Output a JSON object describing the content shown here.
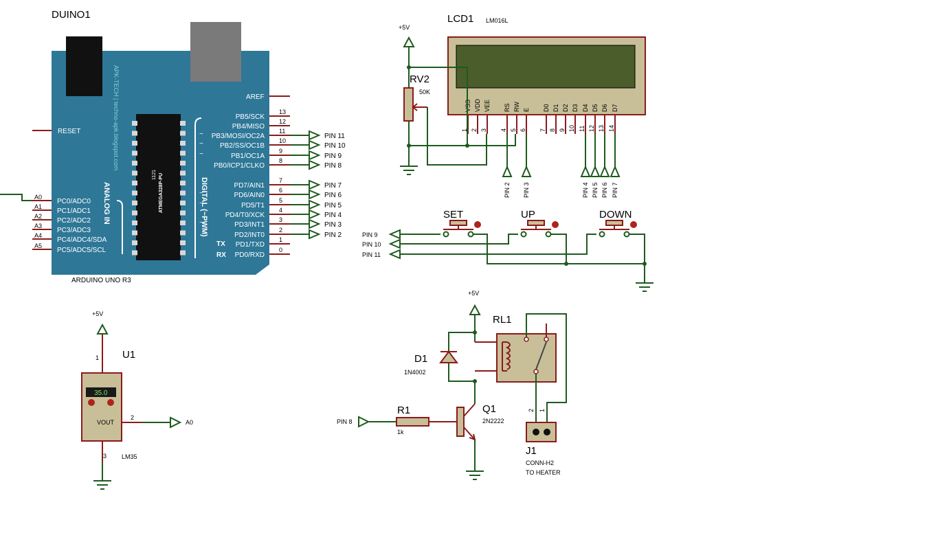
{
  "arduino": {
    "ref": "DUINO1",
    "model": "ARDUINO UNO R3",
    "watermark": "APK-TECH | techno-apk.blogspot.com",
    "chip": "ATMEGA328P-PU",
    "chip_num": "1121",
    "analog_title": "ANALOG IN",
    "digital_title": "DIGITAL (~PWM)",
    "aref": "AREF",
    "reset": "RESET",
    "tx": "TX",
    "rx": "RX",
    "tilde": "~",
    "digital_pins": [
      {
        "label": "PB5/SCK",
        "num": "13",
        "tag": ""
      },
      {
        "label": "PB4/MISO",
        "num": "12",
        "tag": ""
      },
      {
        "label": "PB3/MOSI/OC2A",
        "num": "11",
        "tag": "PIN 11"
      },
      {
        "label": "PB2/SS/OC1B",
        "num": "10",
        "tag": "PIN 10"
      },
      {
        "label": "PB1/OC1A",
        "num": "9",
        "tag": "PIN 9"
      },
      {
        "label": "PB0/ICP1/CLKO",
        "num": "8",
        "tag": "PIN 8"
      },
      {
        "label": "PD7/AIN1",
        "num": "7",
        "tag": "PIN 7"
      },
      {
        "label": "PD6/AIN0",
        "num": "6",
        "tag": "PIN 6"
      },
      {
        "label": "PD5/T1",
        "num": "5",
        "tag": "PIN 5"
      },
      {
        "label": "PD4/T0/XCK",
        "num": "4",
        "tag": "PIN 4"
      },
      {
        "label": "PD3/INT1",
        "num": "3",
        "tag": "PIN 3"
      },
      {
        "label": "PD2/INT0",
        "num": "2",
        "tag": "PIN 2"
      },
      {
        "label": "PD1/TXD",
        "num": "1",
        "tag": ""
      },
      {
        "label": "PD0/RXD",
        "num": "0",
        "tag": ""
      }
    ],
    "analog_pins": [
      {
        "label": "PC0/ADC0",
        "num": "A0"
      },
      {
        "label": "PC1/ADC1",
        "num": "A1"
      },
      {
        "label": "PC2/ADC2",
        "num": "A2"
      },
      {
        "label": "PC3/ADC3",
        "num": "A3"
      },
      {
        "label": "PC4/ADC4/SDA",
        "num": "A4"
      },
      {
        "label": "PC5/ADC5/SCL",
        "num": "A5"
      }
    ]
  },
  "lcd": {
    "ref": "LCD1",
    "model": "LM016L",
    "pin_names": [
      "VSS",
      "VDD",
      "VEE",
      "RS",
      "RW",
      "E",
      "D0",
      "D1",
      "D2",
      "D3",
      "D4",
      "D5",
      "D6",
      "D7"
    ],
    "pin_nums": [
      "1",
      "2",
      "3",
      "4",
      "5",
      "6",
      "7",
      "8",
      "9",
      "10",
      "11",
      "12",
      "13",
      "14"
    ],
    "tags": [
      "PIN 2",
      "PIN 3",
      "PIN 4",
      "PIN 5",
      "PIN 6",
      "PIN 7"
    ]
  },
  "pot": {
    "ref": "RV2",
    "value": "50K",
    "supply": "+5V"
  },
  "buttons": {
    "labels": [
      "SET",
      "UP",
      "DOWN"
    ],
    "tags": [
      "PIN 9",
      "PIN 10",
      "PIN 11"
    ]
  },
  "lm35": {
    "ref": "U1",
    "model": "LM35",
    "reading": "35.0",
    "out_label": "VOUT",
    "supply": "+5V",
    "pin1": "1",
    "pin2": "2",
    "pin3": "3",
    "tag": "A0"
  },
  "relay_circuit": {
    "supply": "+5V",
    "relay": "RL1",
    "diode_ref": "D1",
    "diode_model": "1N4002",
    "res_ref": "R1",
    "res_value": "1k",
    "trans_ref": "Q1",
    "trans_model": "2N2222",
    "conn_ref": "J1",
    "conn_model": "CONN-H2",
    "conn_note": "TO HEATER",
    "conn_pin2": "2",
    "conn_pin1": "1",
    "input_tag": "PIN 8"
  }
}
